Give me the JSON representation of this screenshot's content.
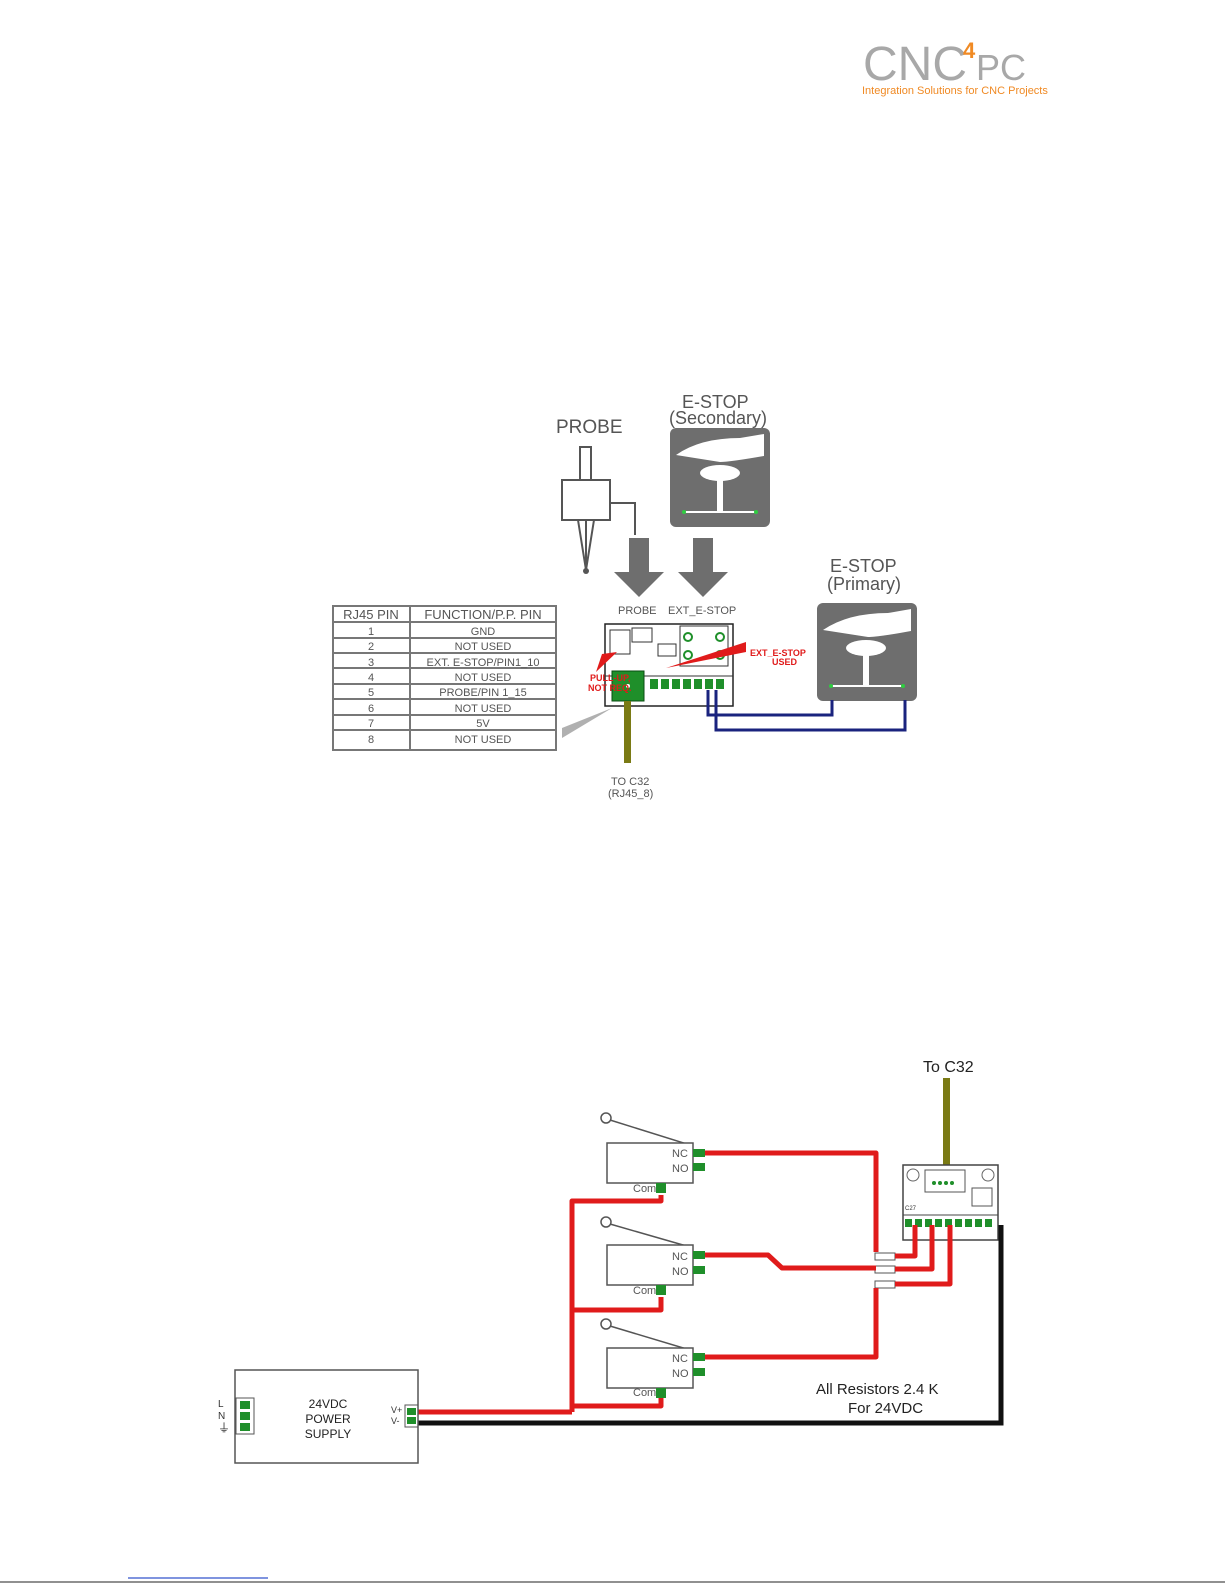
{
  "logo": {
    "brand_main": "CNC",
    "brand_sup": "4",
    "brand_tail": "PC",
    "tagline": "Integration Solutions for CNC Projects"
  },
  "colors": {
    "logo_gray": "#a8a8a8",
    "logo_orange": "#f08a24",
    "wire_red": "#e01b1b",
    "wire_blue": "#1a237e",
    "wire_olive": "#7a7a14",
    "wire_black": "#111111",
    "panel_gray": "#6e6e6e",
    "terminal_green": "#1f8f2a"
  },
  "top_diagram": {
    "probe_title": "PROBE",
    "estop_secondary_line1": "E-STOP",
    "estop_secondary_line2": "(Secondary)",
    "estop_primary_line1": "E-STOP",
    "estop_primary_line2": "(Primary)",
    "board_probe_label": "PROBE",
    "board_estop_label": "EXT_E-STOP",
    "pullup_line1": "PULL-UP,",
    "pullup_line2": "NOT REQ.",
    "ext_used_line1": "EXT_E-STOP",
    "ext_used_line2": "USED",
    "to_c32_line1": "TO C32",
    "to_c32_line2": "(RJ45_8)",
    "table": {
      "headers": [
        "RJ45 PIN",
        "FUNCTION/P.P. PIN"
      ],
      "rows": [
        [
          "1",
          "GND"
        ],
        [
          "2",
          "NOT USED"
        ],
        [
          "3",
          "EXT. E-STOP/PIN1_10"
        ],
        [
          "4",
          "NOT USED"
        ],
        [
          "5",
          "PROBE/PIN 1_15"
        ],
        [
          "6",
          "NOT USED"
        ],
        [
          "7",
          "5V"
        ],
        [
          "8",
          "NOT USED"
        ]
      ]
    }
  },
  "bottom_diagram": {
    "to_c32": "To C32",
    "switch_nc": "NC",
    "switch_no": "NO",
    "switch_com": "Com",
    "resistor_note_line1": "All Resistors 2.4 K",
    "resistor_note_line2": "For 24VDC",
    "psu_line1": "24VDC",
    "psu_line2": "POWER",
    "psu_line3": "SUPPLY",
    "psu_l": "L",
    "psu_n": "N",
    "psu_vplus": "V+",
    "psu_vminus": "V-",
    "board_name": "C27"
  }
}
